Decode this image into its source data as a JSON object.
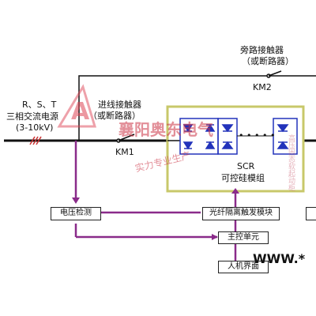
{
  "bypass": {
    "line1": "旁路接触器",
    "line2": "（或断路器）",
    "tag": "KM2"
  },
  "source": {
    "rst": "R、S、T",
    "line1": "三相交流电源",
    "line2": "(3-10kV)"
  },
  "incoming": {
    "line1": "进线接触器",
    "line2": "（或断路器）",
    "tag": "KM1"
  },
  "thyristor": {
    "label": "可控硅模组",
    "scr": "SCR",
    "dots": "• • • • •"
  },
  "boxes": {
    "voltage": "电压检测",
    "fiber": "光纤隔离触发模块",
    "main": "主控单元",
    "hmi": "人机界面"
  },
  "watermark": {
    "logo": "A",
    "company": "襄阳奥东电气",
    "slogan": "实力专业生产",
    "vertical": "高压固态软起动柜",
    "url": "WWW.*"
  },
  "colors": {
    "line": "#111111",
    "control": "#8a2b8a",
    "module": "#c8c86a",
    "device": "#2233bb",
    "watermark": "#cc3344"
  }
}
